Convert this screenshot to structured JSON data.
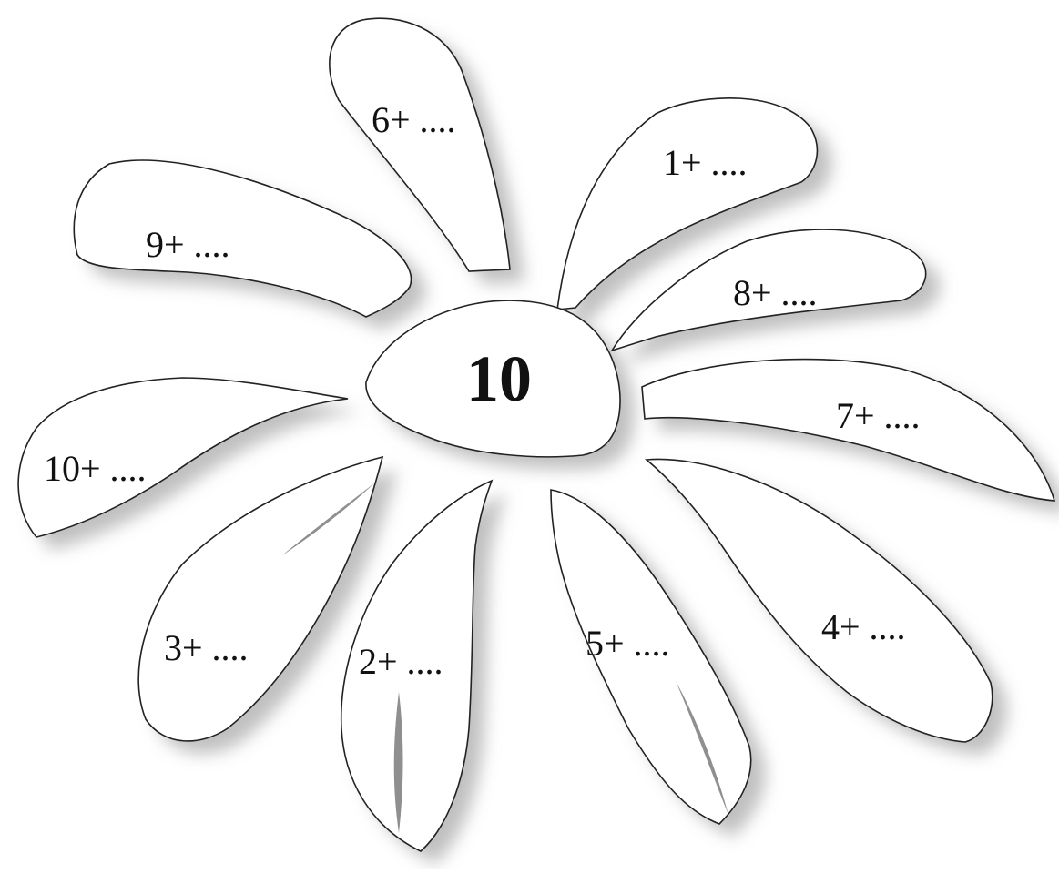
{
  "center": {
    "label": "10"
  },
  "petals": [
    {
      "id": "6",
      "label": "6+ ...."
    },
    {
      "id": "1",
      "label": "1+ ...."
    },
    {
      "id": "9",
      "label": "9+ ...."
    },
    {
      "id": "8",
      "label": "8+ ...."
    },
    {
      "id": "7",
      "label": "7+ ...."
    },
    {
      "id": "10",
      "label": "10+ ...."
    },
    {
      "id": "3",
      "label": "3+ ...."
    },
    {
      "id": "2",
      "label": "2+ ...."
    },
    {
      "id": "5",
      "label": "5+ ...."
    },
    {
      "id": "4",
      "label": "4+ ...."
    }
  ]
}
